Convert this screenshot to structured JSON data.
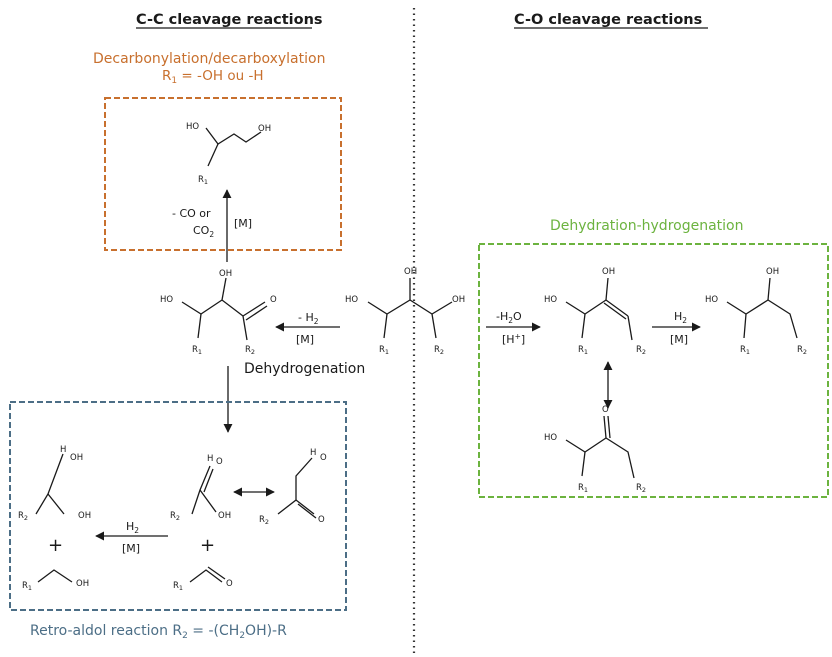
{
  "headings": {
    "cc": "C-C cleavage reactions",
    "co": "C-O cleavage reactions"
  },
  "colors": {
    "orange": "#c8702e",
    "green": "#6cb33f",
    "blue": "#4c6e86",
    "text": "#1a1a1a",
    "divider": "#333333"
  },
  "decarb": {
    "title": "Decarbonylation/decarboxylation",
    "r1_prefix": "R",
    "r1_sub": "1",
    "r1_suffix": " = -OH ou -H",
    "cond_top": "- CO or",
    "cond_bottom_main": "CO",
    "cond_bottom_sub": "2",
    "cond_cat": "[M]"
  },
  "dehydrogenation": {
    "label": "Dehydrogenation",
    "cond_h2_prefix": "- H",
    "cond_h2_sub": "2",
    "cond_cat": "[M]"
  },
  "dehydration": {
    "title": "Dehydration-hydrogenation",
    "cond1_top_prefix": "-H",
    "cond1_top_sub": "2",
    "cond1_top_suffix": "O",
    "cond1_bottom": "[H",
    "cond1_bottom_sup": "+",
    "cond1_bottom_end": "]",
    "cond2_top_prefix": "H",
    "cond2_top_sub": "2",
    "cond2_bottom": "[M]"
  },
  "retro": {
    "title_prefix": "Retro-aldol reaction R",
    "title_sub": "2",
    "title_suffix": " = -(CH",
    "title_sub2": "2",
    "title_end": "OH)-R",
    "cond_top_prefix": "H",
    "cond_top_sub": "2",
    "cond_bottom": "[M]",
    "plus": "+"
  },
  "atoms": {
    "OH": "OH",
    "HO": "HO",
    "O": "O",
    "H": "H",
    "R": "R",
    "s1": "1",
    "s2": "2"
  }
}
